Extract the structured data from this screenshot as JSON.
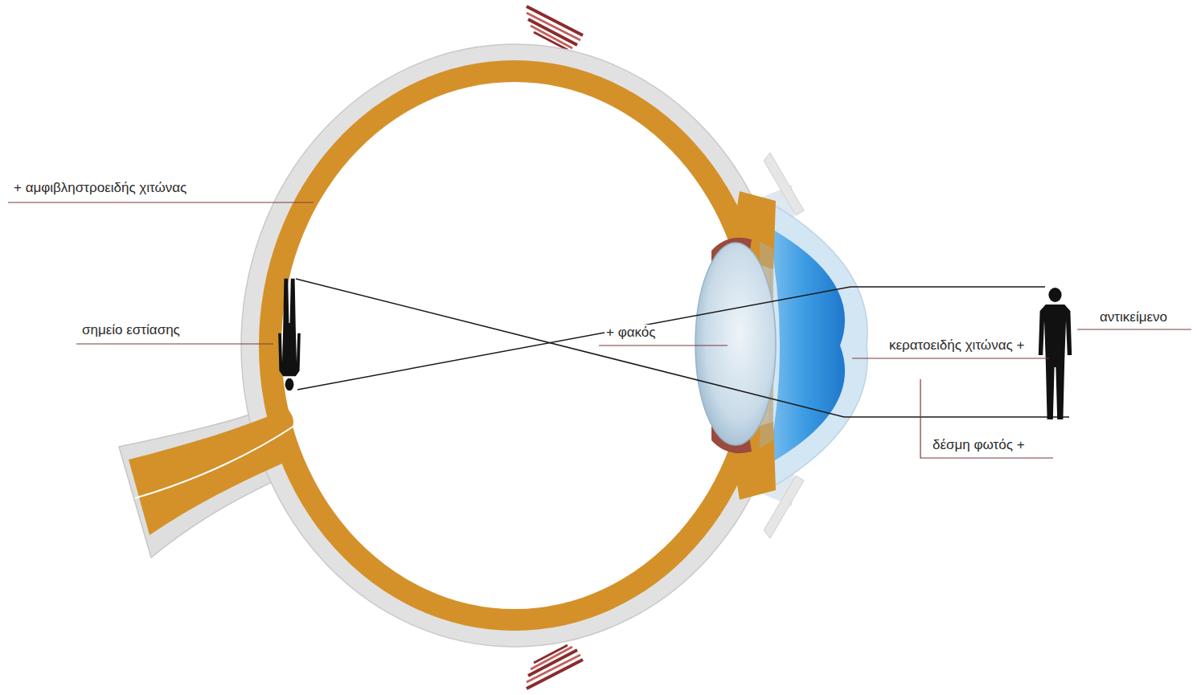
{
  "diagram": {
    "labels": [
      "+ αμφιβληστροειδής χιτώνας",
      "σημείο εστίασης",
      "+ φακός",
      "αντικείμενο",
      "κερατοειδής χιτώνας +",
      "δέσμη φωτός +"
    ]
  }
}
